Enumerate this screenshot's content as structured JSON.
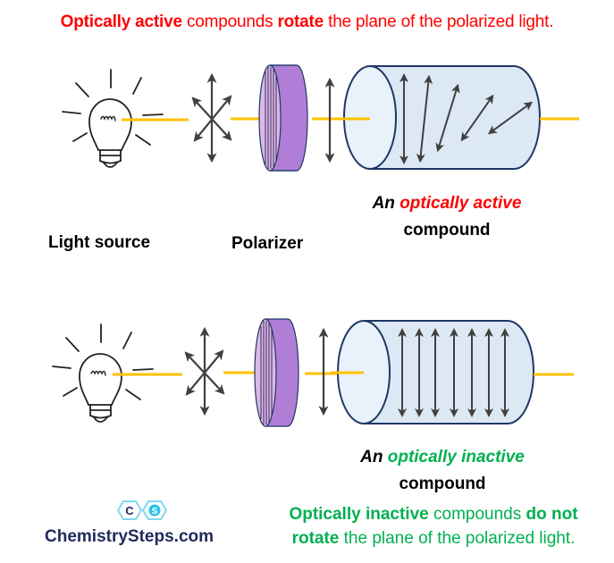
{
  "title": {
    "part1_bold": "Optically active",
    "part2": " compounds ",
    "part3_bold": "rotate",
    "part4": " the plane of the polarized light."
  },
  "labels": {
    "light_source": "Light source",
    "polarizer": "Polarizer"
  },
  "active_compound": {
    "prefix": "An ",
    "highlight": "optically active",
    "line2": "compound"
  },
  "inactive_compound": {
    "prefix": "An ",
    "highlight": "optically inactive",
    "line2": "compound"
  },
  "footer": {
    "part1_bold": "Optically inactive",
    "part2": " compounds ",
    "part3_bold": "do not",
    "part4_bold": "rotate",
    "part5": " the plane of the polarized light."
  },
  "brand": {
    "logo_letters": [
      "C",
      "S"
    ],
    "name": "ChemistrySteps.com"
  },
  "colors": {
    "active_red": "#ff0000",
    "inactive_green": "#00b050",
    "light_beam": "#ffc000",
    "arrow": "#404040",
    "polarizer_face": "#d9b8ec",
    "polarizer_side": "#b07ed6",
    "tube_fill": "#dde8f5",
    "tube_stroke": "#1f3864",
    "brand_navy": "#1f2a5c"
  },
  "rows": [
    {
      "name": "active",
      "compound_arrow_angles_deg": [
        0,
        6,
        17,
        35,
        54
      ]
    },
    {
      "name": "inactive",
      "compound_arrow_angles_deg": [
        0,
        0,
        0,
        0,
        0,
        0,
        0
      ]
    }
  ]
}
